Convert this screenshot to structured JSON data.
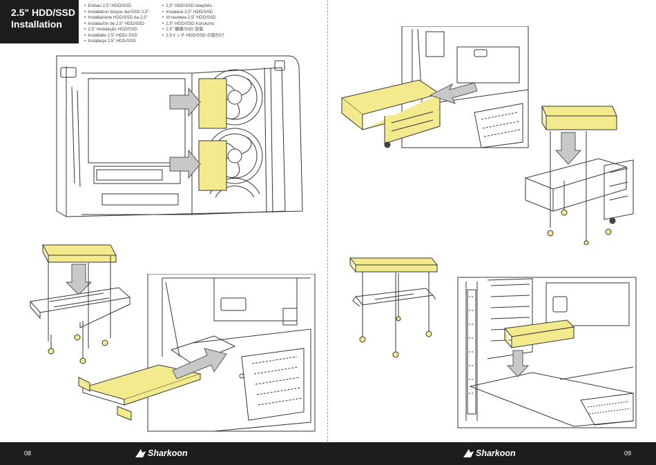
{
  "title": {
    "line1": "2.5\" HDD/SSD",
    "line2": "Installation"
  },
  "languages": {
    "col1": [
      "Einbau 2,5\"-HDD/SSD",
      "Installation disque dur/SSD 2,5\"",
      "Installazione HDD/SSD da 2,5\"",
      "Instalación de 2,5\" HDD/SSD",
      "2,5\" Instalação HDD/SSD",
      "Installatie 2,5\"-HDD/-SSD",
      "Instalacja 2,5\" HDD/SSD"
    ],
    "col2": [
      "2,5\" HDD/SSD telepítés",
      "Instalace 2,5\" HDD/SSD",
      "Установка 2,5\" HDD/SSD",
      "2,5\"-HDD/SSD Kurulumu",
      "2.5\" 硬碟/SSD 安裝",
      "2.5インチ HDD/SSD の取付け"
    ]
  },
  "footer": {
    "page_left": "08",
    "page_right": "09",
    "brand": "Sharkoon"
  },
  "colors": {
    "accent": "#f3ea8e",
    "footer_bg": "#1d1d1b"
  }
}
